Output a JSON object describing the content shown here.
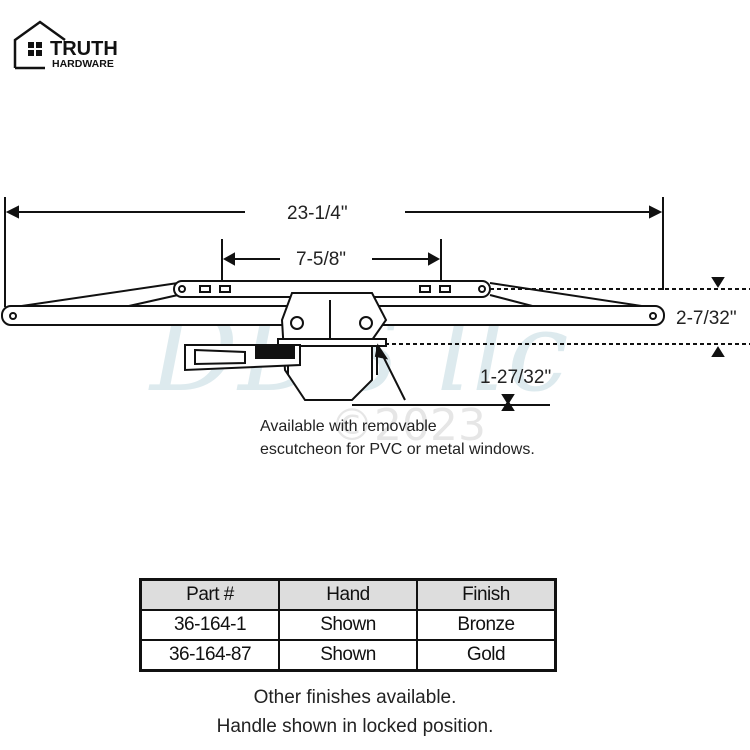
{
  "logo": {
    "line1": "TRUTH",
    "line2": "HARDWARE"
  },
  "watermark": {
    "text": "DDS llc",
    "copyright": "©2023"
  },
  "dimensions": {
    "overall_length": "23-1/4\"",
    "center_span": "7-5/8\"",
    "height": "2-7/32\"",
    "depth": "1-27/32\""
  },
  "callout": {
    "line1": "Available with removable",
    "line2": "escutcheon for PVC or metal windows."
  },
  "table": {
    "headers": [
      "Part #",
      "Hand",
      "Finish"
    ],
    "rows": [
      [
        "36-164-1",
        "Shown",
        "Bronze"
      ],
      [
        "36-164-87",
        "Shown",
        "Gold"
      ]
    ]
  },
  "footer": {
    "line1": "Other finishes available.",
    "line2": "Handle shown in locked position."
  }
}
